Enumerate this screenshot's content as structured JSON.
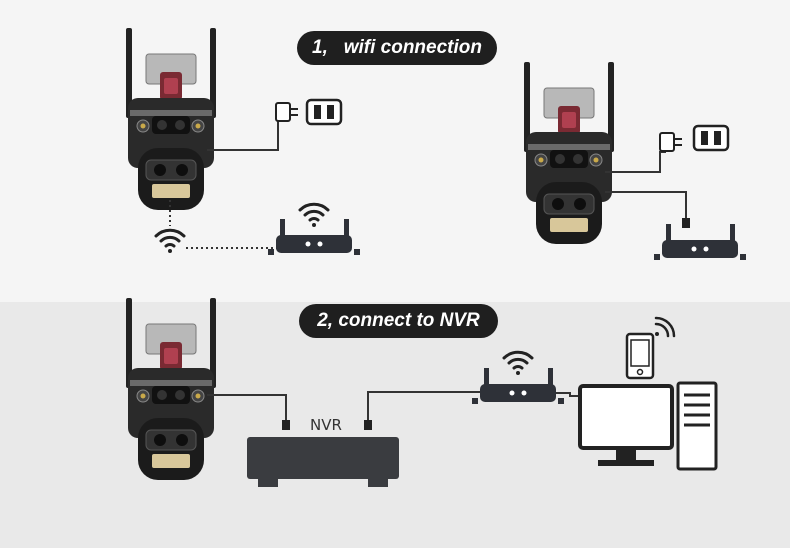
{
  "sections": {
    "wifi": {
      "label": "1,   wifi connection"
    },
    "nvr": {
      "label": "2, connect to NVR"
    }
  },
  "devices": {
    "nvr_label": "NVR"
  },
  "icons": [
    "ptz-camera-icon",
    "power-adapter-icon",
    "power-outlet-icon",
    "wifi-signal-icon",
    "router-icon",
    "nvr-box-icon",
    "desktop-computer-icon",
    "smartphone-icon"
  ],
  "colors": {
    "pill_bg": "#1f1f1f",
    "pill_text": "#ffffff",
    "top_panel": "#f5f5f5",
    "bottom_panel": "#e9e9e9",
    "line": "#333333"
  }
}
